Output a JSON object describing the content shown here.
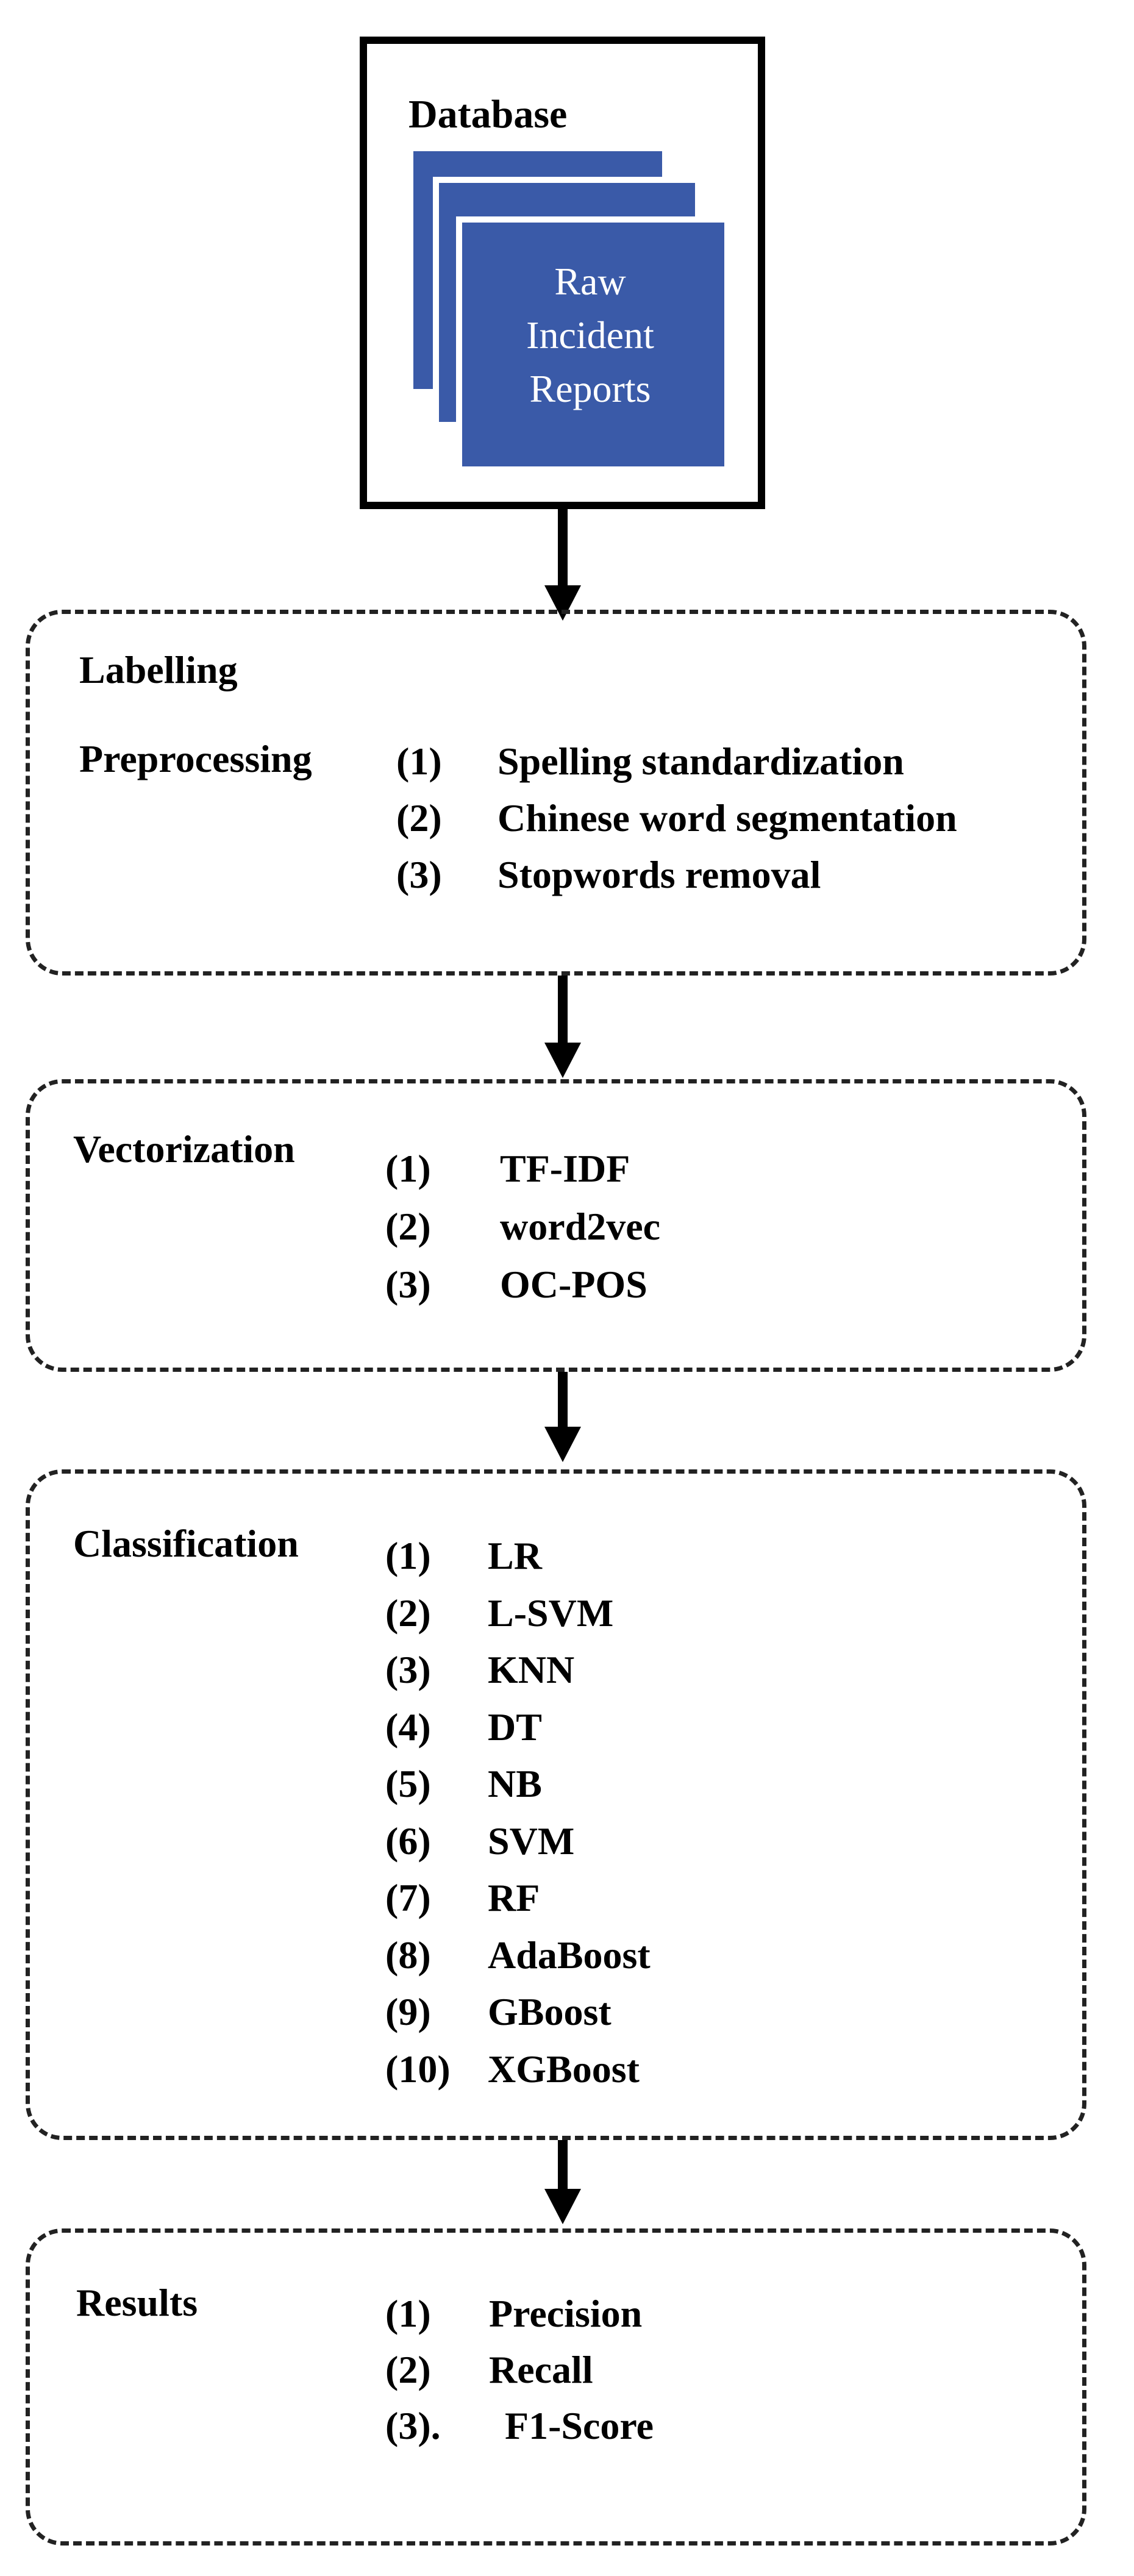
{
  "database": {
    "title": "Database",
    "sheet_lines": [
      "Raw",
      "Incident",
      "Reports"
    ],
    "sheet_color": "#3a5aa8"
  },
  "steps": {
    "preprocessing": {
      "title_labelling": "Labelling",
      "title_preprocessing": "Preprocessing",
      "items": [
        {
          "num": "(1)",
          "label": "Spelling standardization"
        },
        {
          "num": "(2)",
          "label": "Chinese word segmentation"
        },
        {
          "num": "(3)",
          "label": "Stopwords removal"
        }
      ]
    },
    "vectorization": {
      "title": "Vectorization",
      "items": [
        {
          "num": "(1)",
          "label": "TF-IDF"
        },
        {
          "num": "(2)",
          "label": "word2vec"
        },
        {
          "num": "(3)",
          "label": "OC-POS"
        }
      ]
    },
    "classification": {
      "title": "Classification",
      "items": [
        {
          "num": "(1)",
          "label": "LR"
        },
        {
          "num": "(2)",
          "label": "L-SVM"
        },
        {
          "num": "(3)",
          "label": "KNN"
        },
        {
          "num": "(4)",
          "label": "DT"
        },
        {
          "num": "(5)",
          "label": "NB"
        },
        {
          "num": "(6)",
          "label": "SVM"
        },
        {
          "num": "(7)",
          "label": "RF"
        },
        {
          "num": "(8)",
          "label": "AdaBoost"
        },
        {
          "num": "(9)",
          "label": "GBoost"
        },
        {
          "num": "(10)",
          "label": "XGBoost"
        }
      ]
    },
    "results": {
      "title": "Results",
      "items": [
        {
          "num": "(1)",
          "label": "Precision"
        },
        {
          "num": "(2)",
          "label": "Recall"
        },
        {
          "num": "(3).",
          "label": "F1-Score"
        }
      ]
    }
  }
}
